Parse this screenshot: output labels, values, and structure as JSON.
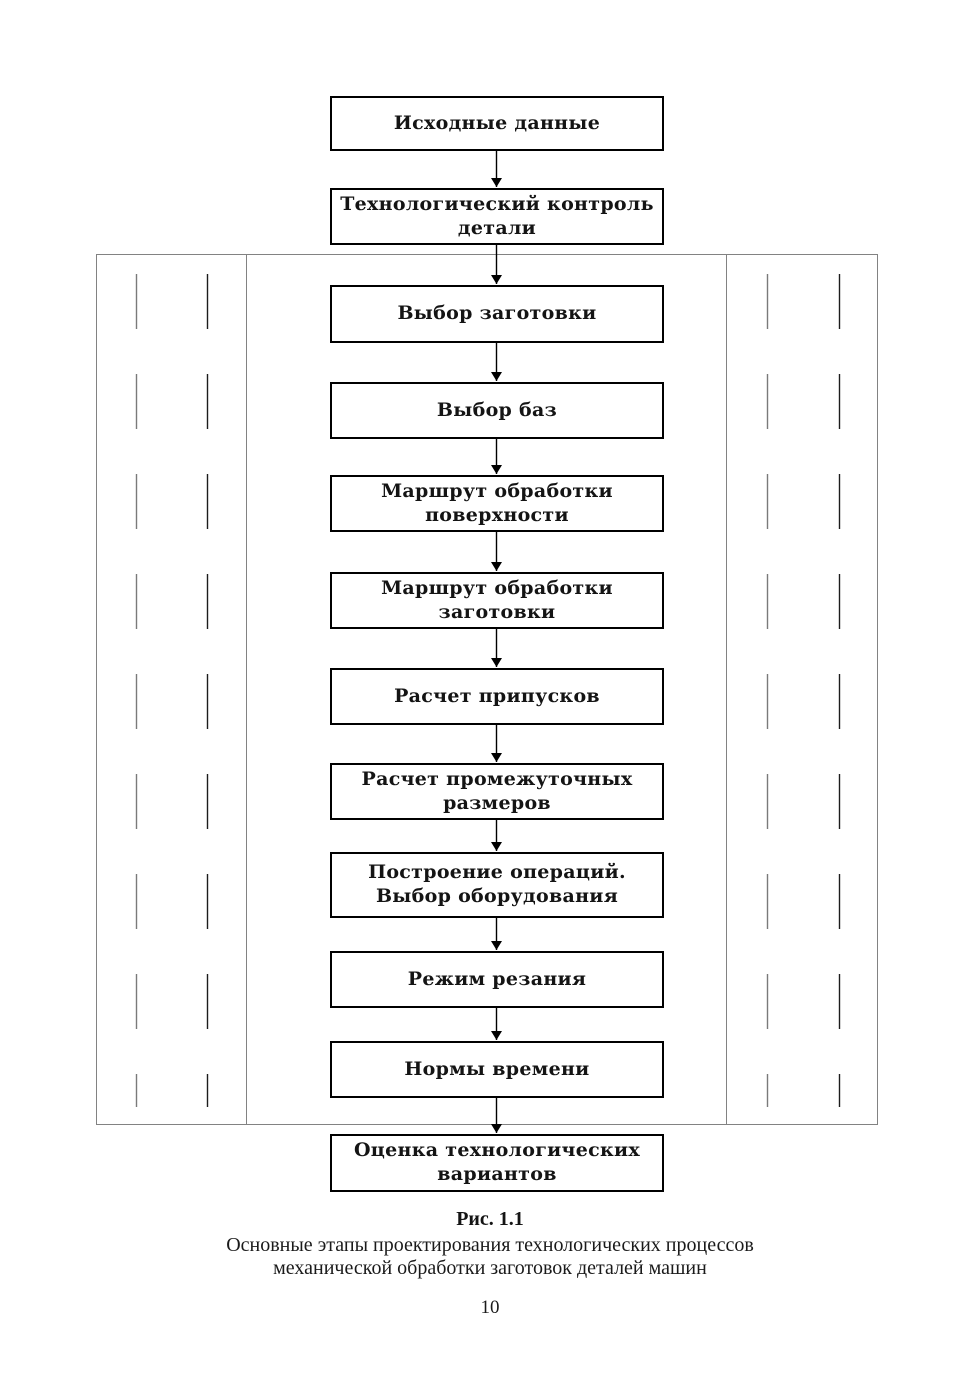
{
  "document": {
    "page_number": "10"
  },
  "figure": {
    "label": "Рис. 1.1",
    "caption": [
      "Основные этапы проектирования технологических процессов",
      "механической обработки заготовок деталей машин"
    ]
  },
  "flowchart": {
    "steps": [
      "Исходные данные",
      "Технологический контроль\nдетали",
      "Выбор заготовки",
      "Выбор баз",
      "Маршрут обработки\nповерхности",
      "Маршрут обработки заготовки",
      "Расчет припусков",
      "Расчет промежуточных\nразмеров",
      "Построение операций.\nВыбор оборудования",
      "Режим резания",
      "Нормы времени",
      "Оценка технологических\nвариантов"
    ]
  },
  "colors": {
    "ink": "#141414",
    "box_border": "#000000",
    "frame_border": "#828282",
    "dashed_line_light": "#7a7a7a",
    "dashed_line_dark": "#1c1c1c"
  }
}
